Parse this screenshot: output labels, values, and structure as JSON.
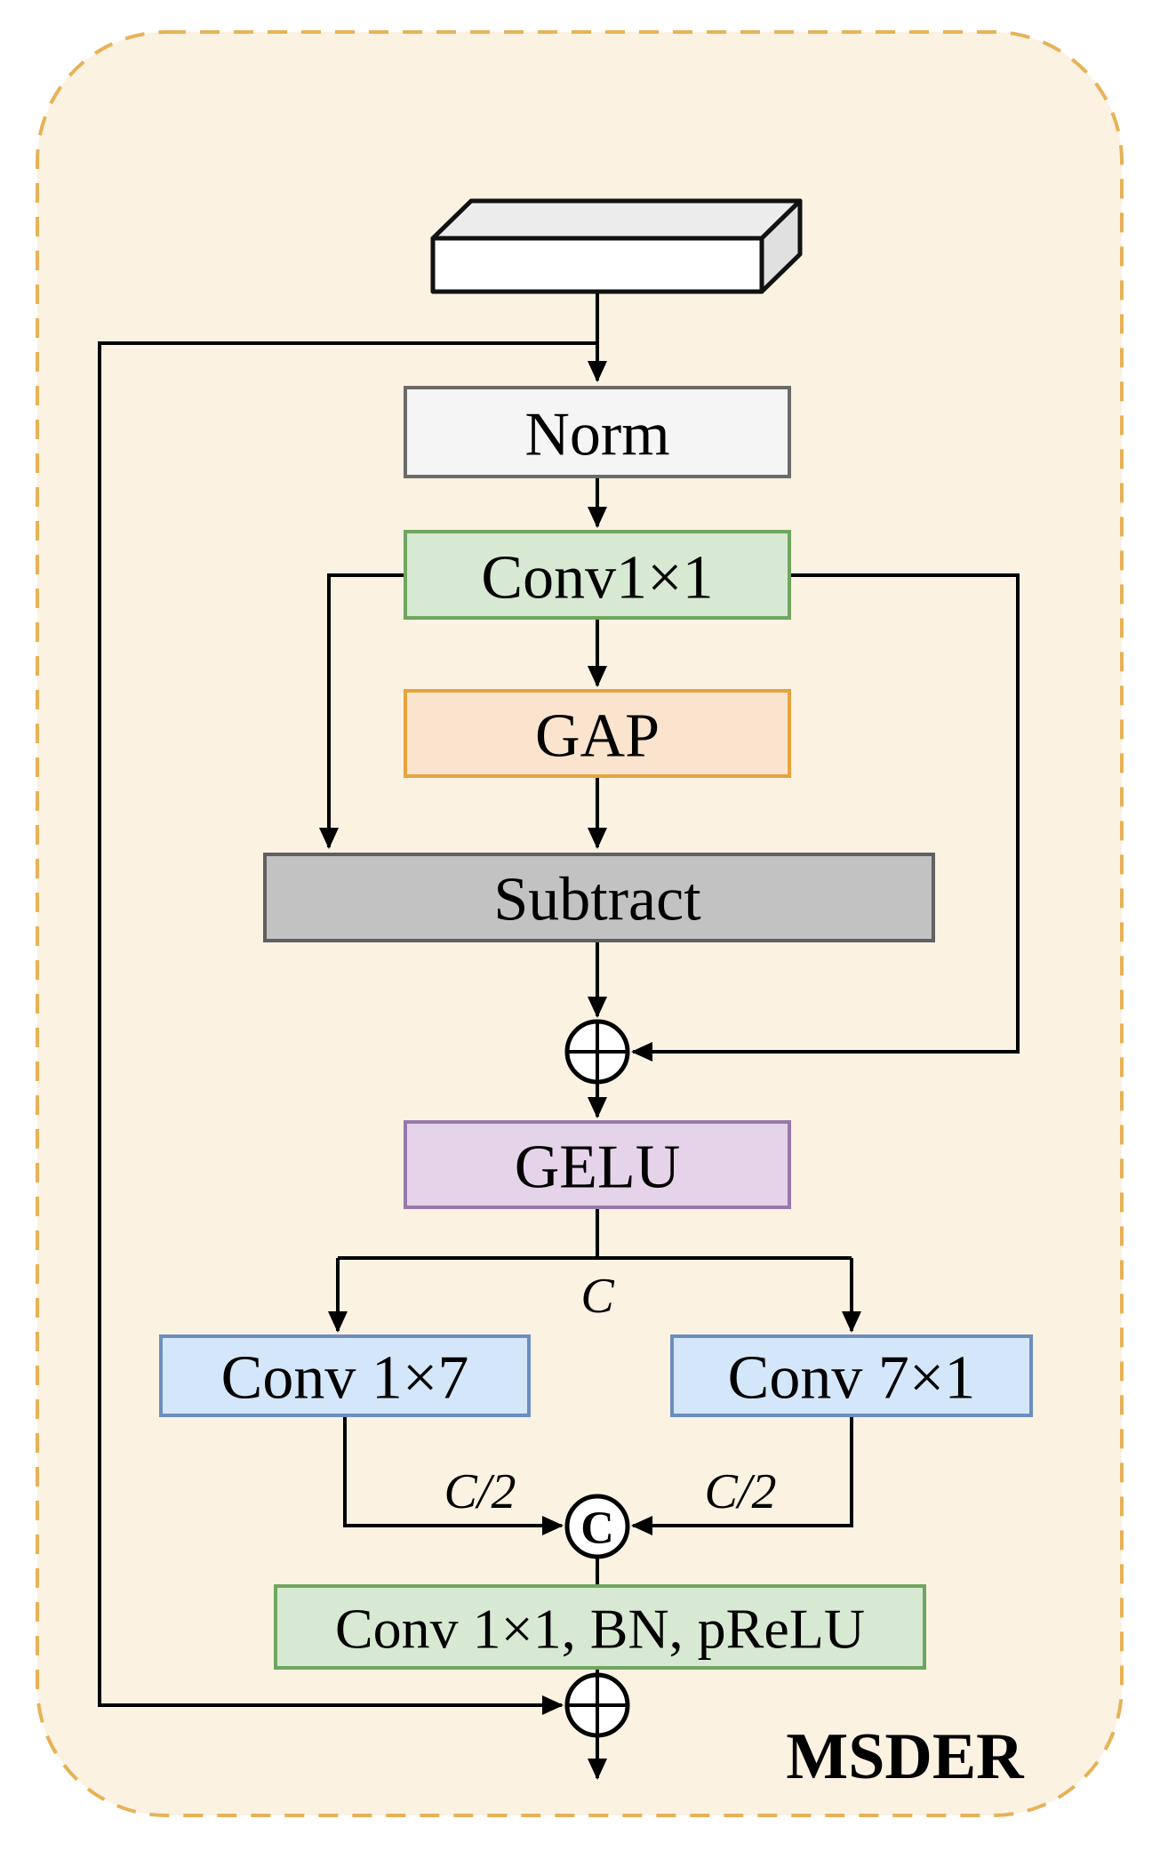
{
  "panel": {
    "title": "MSDER"
  },
  "nodes": {
    "norm": "Norm",
    "conv1x1": "Conv1×1",
    "gap": "GAP",
    "subtract": "Subtract",
    "gelu": "GELU",
    "conv1x7": "Conv 1×7",
    "conv7x1": "Conv 7×1",
    "conv_bn_prelu": "Conv 1×1, BN, pReLU"
  },
  "operators": {
    "concat": "C"
  },
  "edge_labels": {
    "channels": "C",
    "half_channels_left": "C/2",
    "half_channels_right": "C/2"
  },
  "colors": {
    "panel_fill": "#FBF2E2",
    "panel_stroke": "#E7B257",
    "norm_fill": "#F5F5F5",
    "norm_stroke": "#6B6B6B",
    "green_fill": "#D7E9D2",
    "green_stroke": "#6FA65F",
    "gap_fill": "#FBE4CD",
    "gap_stroke": "#E8A33C",
    "subtract_fill": "#C2C2C2",
    "subtract_stroke": "#606060",
    "gelu_fill": "#E5D3EA",
    "gelu_stroke": "#9878AC",
    "blue_fill": "#D4E7FA",
    "blue_stroke": "#6C8EBF",
    "tensor_top_fill": "#ECECEC",
    "tensor_side_fill": "#E0E0E0",
    "tensor_front_fill": "#FFFFFF"
  }
}
